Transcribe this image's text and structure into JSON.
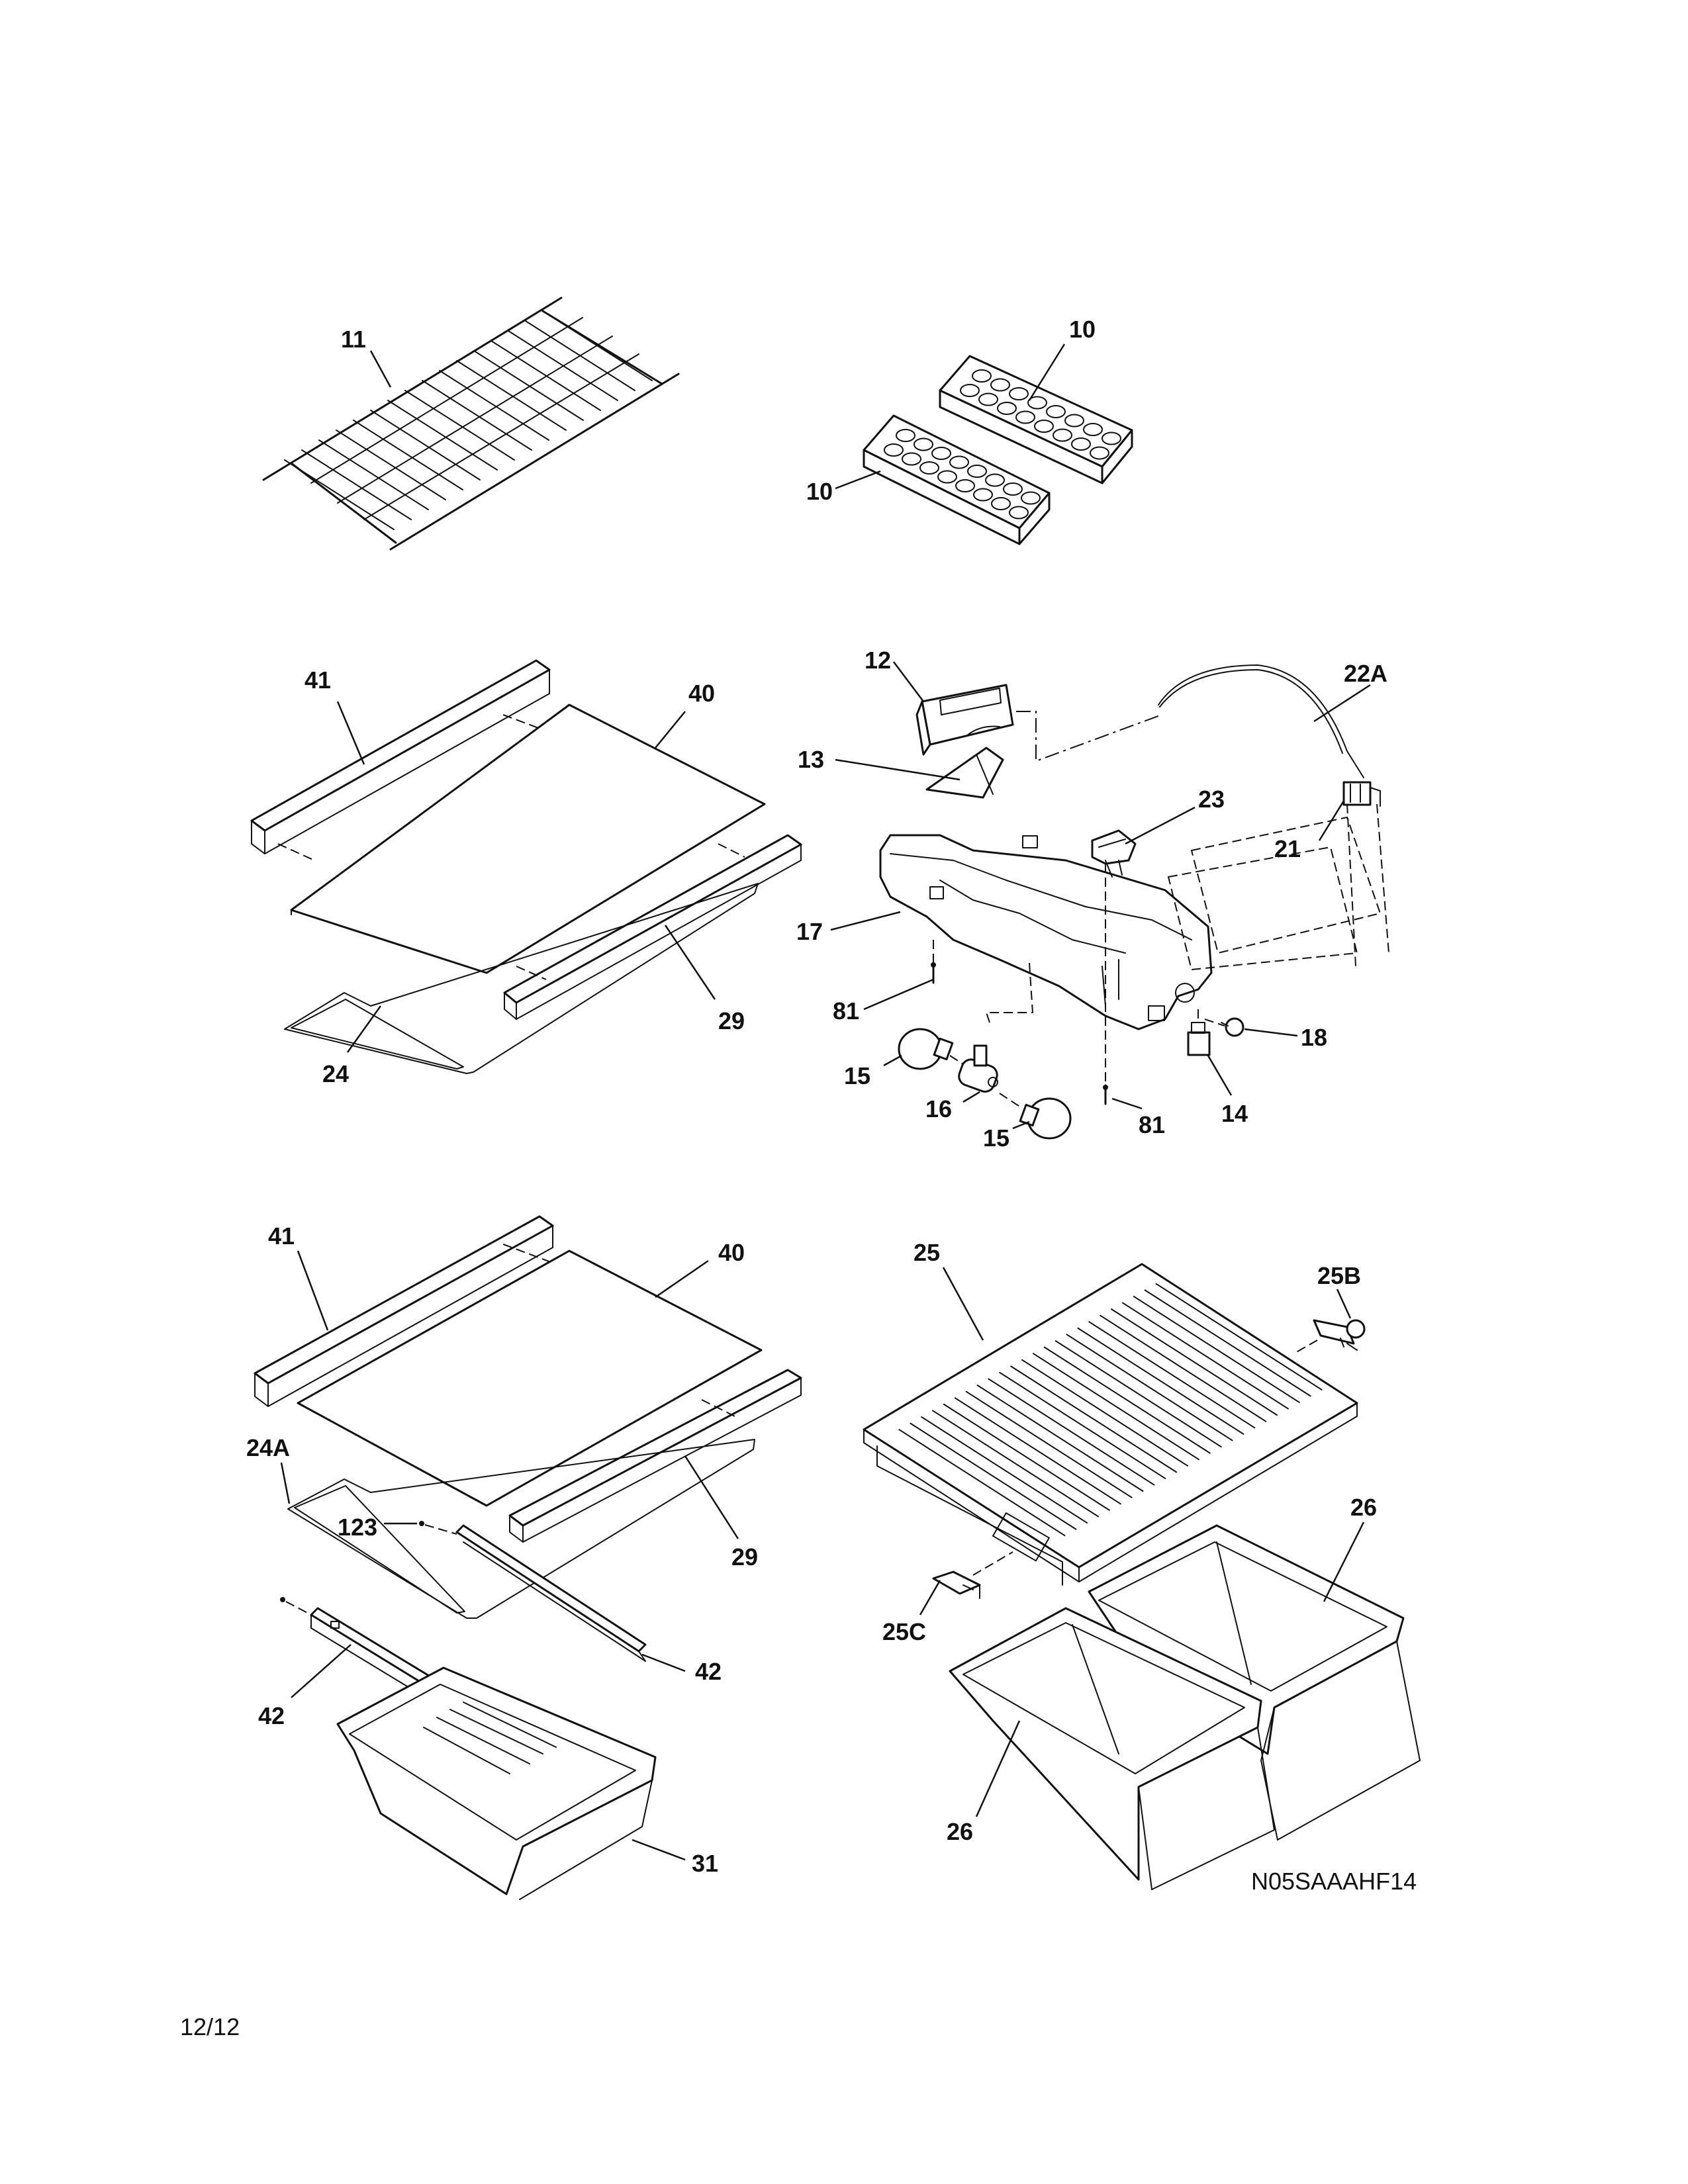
{
  "diagram": {
    "drawing_code": "N05SAAAHF14",
    "page_number": "12/12",
    "callouts": {
      "wire_shelf": "11",
      "ice_tray_a": "10",
      "ice_tray_b": "10",
      "trim_front_top": "41",
      "glass_top": "40",
      "trim_rear_top": "29",
      "frame_top": "24",
      "light_shield": "12",
      "lens": "13",
      "wiring_harness": "22A",
      "control": "23",
      "terminal": "21",
      "light_housing": "17",
      "screw_left": "81",
      "screw_right": "81",
      "knob": "18",
      "bulb_left": "15",
      "bulb_right": "15",
      "socket": "16",
      "switch": "14",
      "trim_front_bottom": "41",
      "glass_bottom": "40",
      "frame_bottom": "24A",
      "screw_123": "123",
      "trim_rear_bottom": "29",
      "slide_right": "42",
      "slide_left": "42",
      "meat_pan": "31",
      "crisper_cover": "25",
      "cover_bracket_b": "25B",
      "cover_bracket_c": "25C",
      "crisper_rear": "26",
      "crisper_front": "26"
    }
  }
}
